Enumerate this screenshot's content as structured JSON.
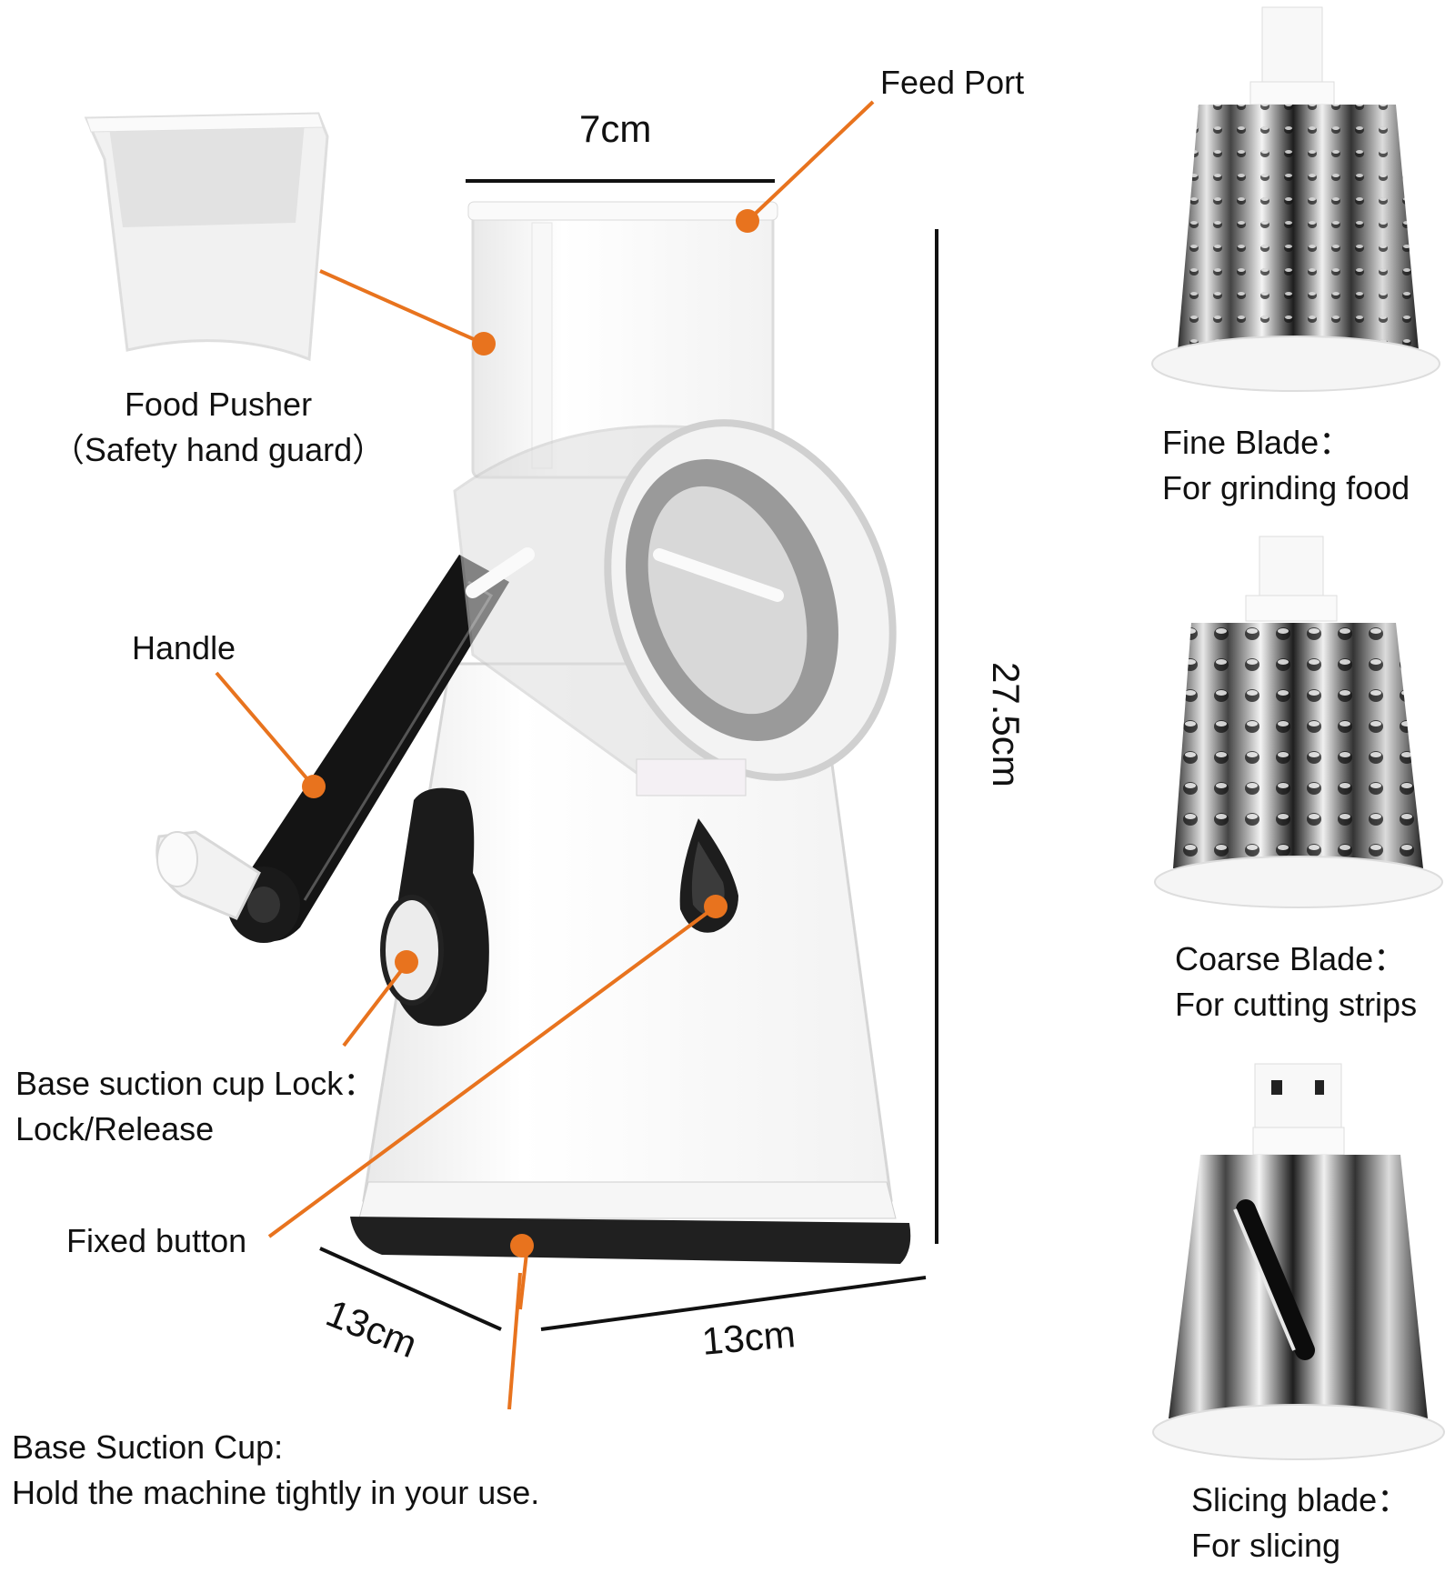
{
  "callout_color": "#e8731e",
  "dimensions": {
    "top_width": "7cm",
    "height": "27.5cm",
    "base_depth": "13cm",
    "base_width": "13cm"
  },
  "callouts": {
    "feed_port": {
      "title": "Feed Port"
    },
    "food_pusher": {
      "title": "Food Pusher",
      "subtitle": "（Safety hand guard）"
    },
    "handle": {
      "title": "Handle"
    },
    "suction_lock": {
      "title": "Base suction cup Lock：",
      "subtitle": "Lock/Release"
    },
    "fixed_button": {
      "title": "Fixed button"
    },
    "suction_cup": {
      "title": "Base Suction Cup:",
      "subtitle": "Hold the machine tightly in your use."
    }
  },
  "blades": [
    {
      "name": "Fine Blade：",
      "description": "For grinding food"
    },
    {
      "name": "Coarse Blade：",
      "description": "For cutting strips"
    },
    {
      "name": "Slicing blade：",
      "description": "For slicing"
    }
  ]
}
